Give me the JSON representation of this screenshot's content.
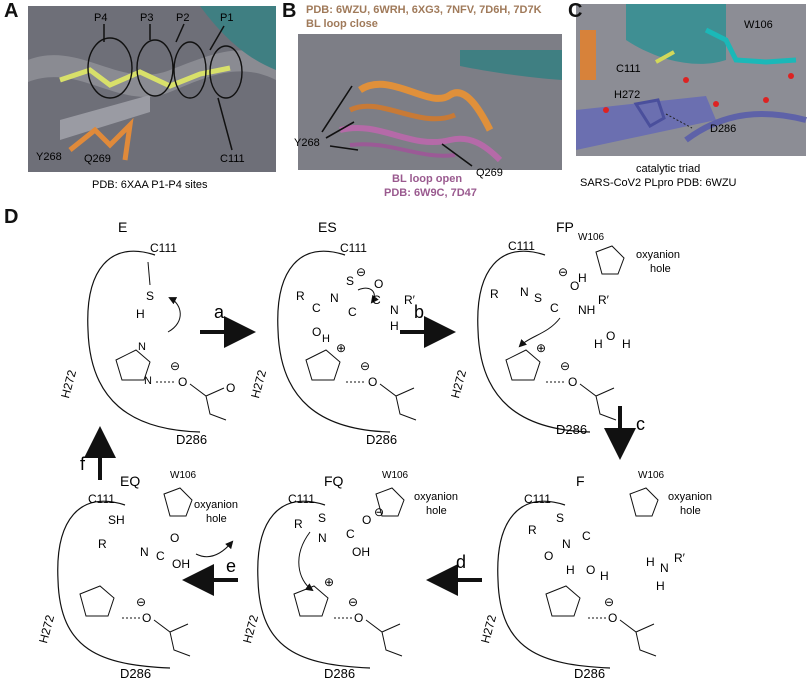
{
  "panel_labels": {
    "a": "A",
    "b": "B",
    "c": "C",
    "d": "D"
  },
  "panel_a": {
    "sites": [
      "P4",
      "P3",
      "P2",
      "P1"
    ],
    "residues": {
      "y268": "Y268",
      "q269": "Q269",
      "c111": "C111"
    },
    "caption": "PDB: 6XAA P1-P4 sites"
  },
  "panel_b": {
    "top_line1": "PDB: 6WZU, 6WRH, 6XG3, 7NFV, 7D6H, 7D7K",
    "top_line2": "BL loop close",
    "bottom_line1": "BL loop open",
    "bottom_line2": "PDB: 6W9C, 7D47",
    "residues": {
      "y268": "Y268",
      "q269": "Q269"
    }
  },
  "panel_c": {
    "residues": {
      "w106": "W106",
      "c111": "C111",
      "h272": "H272",
      "d286": "D286"
    },
    "caption_line1": "catalytic triad",
    "caption_line2": "SARS-CoV2 PLpro   PDB: 6WZU"
  },
  "panel_d": {
    "states": {
      "e": "E",
      "es": "ES",
      "fp": "FP",
      "f": "F",
      "fq": "FQ",
      "eq": "EQ"
    },
    "steps": {
      "a": "a",
      "b": "b",
      "c": "c",
      "d": "d",
      "e": "e",
      "f": "f"
    },
    "labels": {
      "c111": "C111",
      "h272": "H272",
      "d286": "D286",
      "w106": "W106",
      "oxyanion": "oxyanion",
      "hole": "hole",
      "s": "S",
      "sh": "SH",
      "h": "H",
      "o": "O",
      "oh": "OH",
      "n": "N",
      "c": "C",
      "r": "R",
      "rp": "R′",
      "nh": "NH",
      "minus": "⊖",
      "plus": "⊕"
    }
  }
}
